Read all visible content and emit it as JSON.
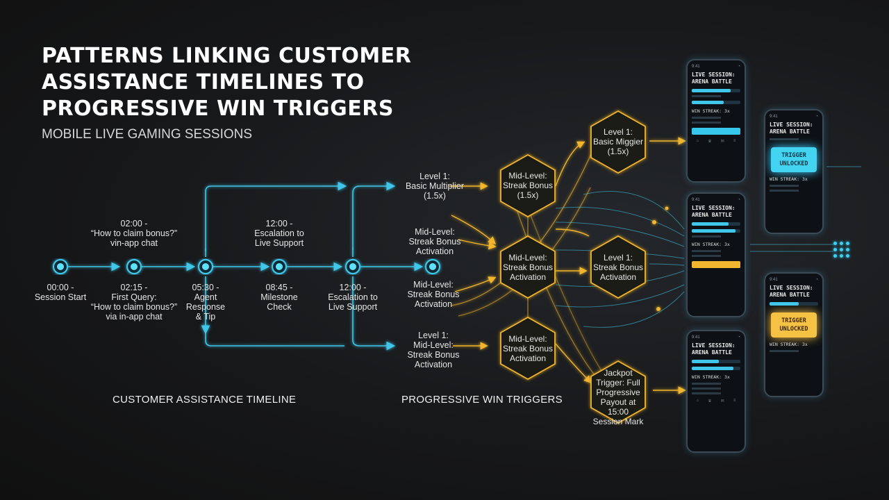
{
  "header": {
    "title": "PATTERNS LINKING CUSTOMER ASSISTANCE TIMELINES TO PROGRESSIVE WIN TRIGGERS",
    "subtitle": "MOBILE LIVE GAMING SESSIONS"
  },
  "sections": {
    "timeline_label": "CUSTOMER ASSISTANCE TIMELINE",
    "triggers_label": "PROGRESSIVE WIN TRIGGERS"
  },
  "timeline": {
    "above": [
      "02:00 -\n“How to claim bonus?”\nvin-app chat",
      "12:00 -\nEscalation to\nLive Support"
    ],
    "below": [
      "00:00 -\nSession Start",
      "02:15 -\nFirst Query:\n“How to claim bonus?”\nvia in-app chat",
      "05:30 -\nAgent\nResponse\n& Tip",
      "08:45 -\nMilestone\nCheck",
      "12:00 -\nEscalation to\nLive Support"
    ]
  },
  "triggers": {
    "left_labels": [
      "Level 1:\nBasic Multiplier\n(1.5x)",
      "Mid-Level:\nStreak Bonus\nActivation",
      "Mid-Level:\nStreak Bonus\nActivation",
      "Level 1:\nMid-Level:\nStreak Bonus\nActivation"
    ],
    "hex_col1": [
      "Mid-Level:\nStreak Bonus\n(1.5x)",
      "Mid-Level:\nStreak Bonus\nActivation",
      "Mid-Level:\nStreak Bonus\nActivation"
    ],
    "hex_col2": [
      "Level 1:\nBasic Miggier\n(1.5x)",
      "Level 1:\nStreak Bonus\nActivation"
    ],
    "jackpot": "Jackpot\nTrigger: Full\nProgressive\nPayout at\n15:00\nSession Mark"
  },
  "phones": {
    "session_title": "LIVE SESSION:\nARENA BATTLE",
    "streak": "WIN STREAK: 3x",
    "trigger_blue": "TRIGGER\nUNLOCKED",
    "trigger_gold": "TRIGGER\nUNLOCKED"
  },
  "colors": {
    "cyan": "#3fc6e8",
    "gold": "#f1b62d",
    "background": "#141414"
  }
}
